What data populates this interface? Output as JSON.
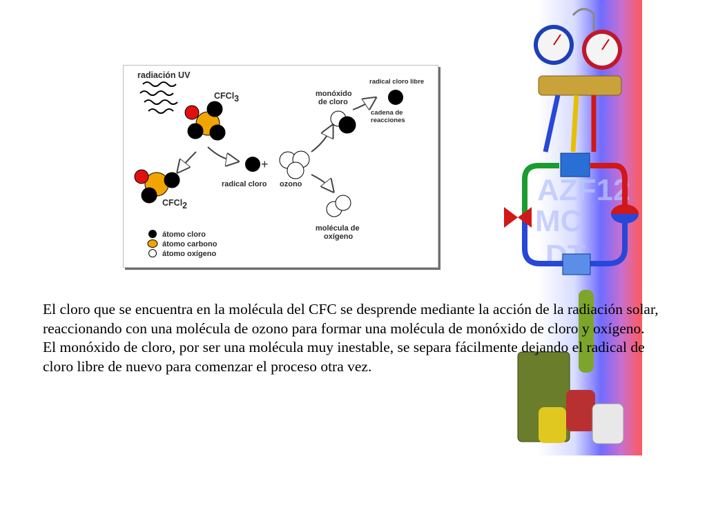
{
  "diagram": {
    "uv_label": "radiación UV",
    "cfcl3_main": "CFCl",
    "cfcl3_sub": "3",
    "cfcl2_main": "CFCl",
    "cfcl2_sub": "2",
    "radical_label": "radical cloro",
    "ozone_label": "ozono",
    "plus_sign": "+",
    "monoxide_line1": "monóxido",
    "monoxide_line2": "de cloro",
    "free_radical_label": "radical cloro libre",
    "chain_line1": "cadena de",
    "chain_line2": "reacciones",
    "oxygen_line1": "molécula de",
    "oxygen_line2": "oxígeno",
    "legend": [
      {
        "label": "átomo cloro",
        "color": "#000000"
      },
      {
        "label": "átomo carbono",
        "color": "#f2a500"
      },
      {
        "label": "átomo oxígeno",
        "color": "#ffffff"
      }
    ],
    "colors": {
      "chlorine": "#000000",
      "carbon": "#f2a500",
      "fluorine": "#e01010",
      "oxygen": "#ffffff"
    }
  },
  "decor": {
    "panel_text": [
      "AZF12",
      "MC",
      "DT"
    ],
    "colors": {
      "gradient_start": "#2b3cff",
      "gradient_end": "#ff4d4d"
    }
  },
  "text": {
    "paragraph1": "El cloro que se encuentra en la molécula del CFC se desprende mediante la acción de la radiación solar, reaccionando con una molécula de ozono para formar una molécula de monóxido de cloro y oxígeno.",
    "paragraph2": "El monóxido de cloro, por ser una molécula muy inestable, se separa fácilmente dejando el radical de cloro libre de nuevo para comenzar el proceso otra vez."
  }
}
